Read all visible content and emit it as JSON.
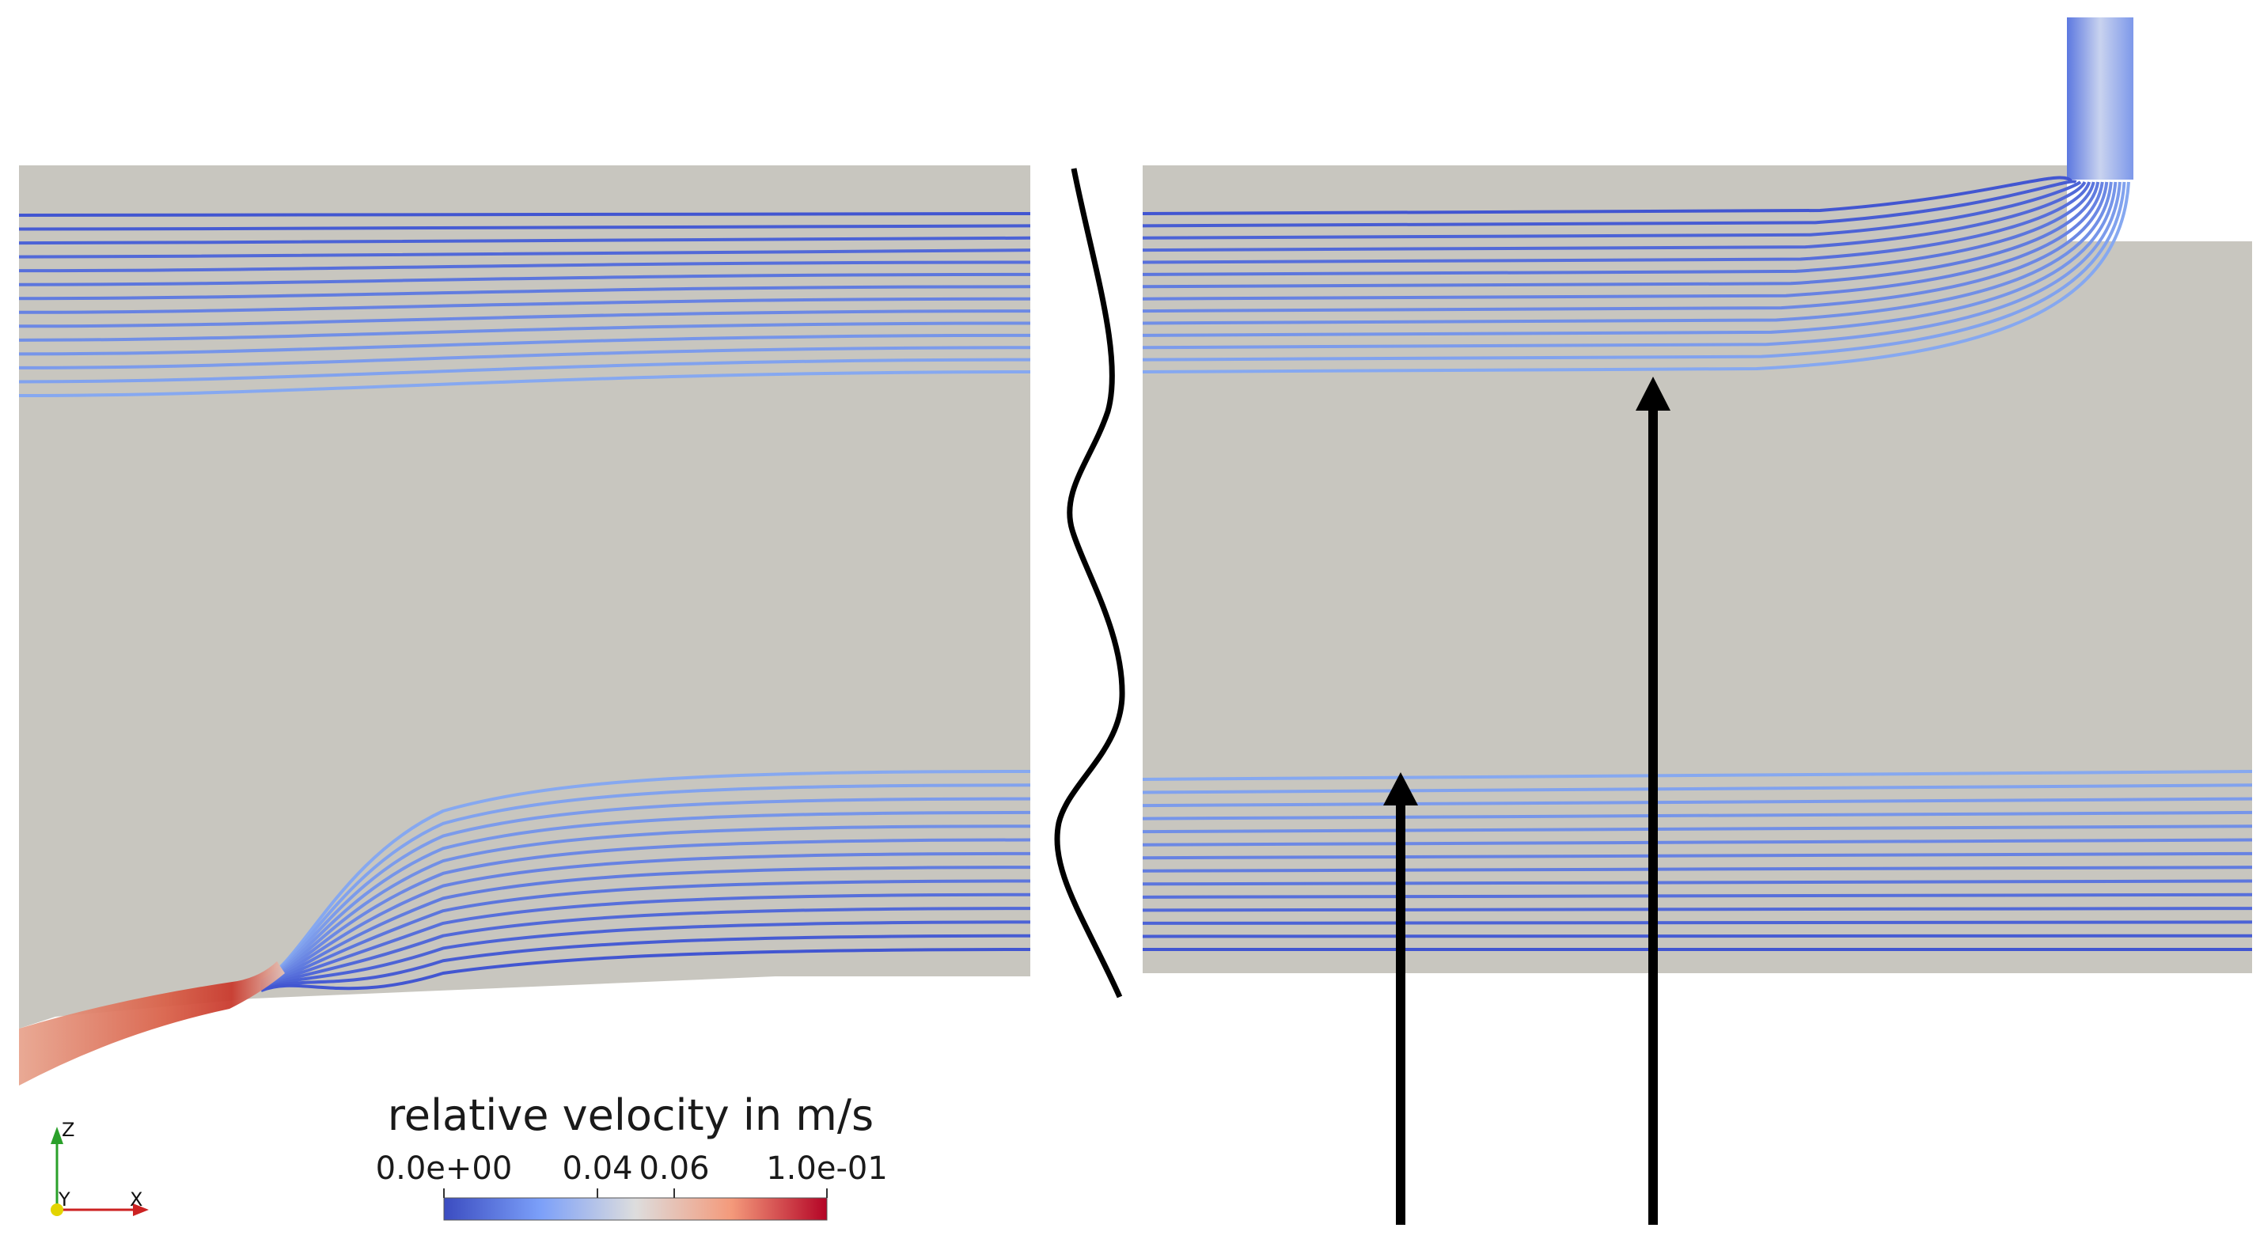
{
  "colorbar": {
    "title": "relative velocity in m/s",
    "ticks": [
      {
        "value": 0.0,
        "label": "0.0e+00"
      },
      {
        "value": 0.04,
        "label": "0.04"
      },
      {
        "value": 0.06,
        "label": "0.06"
      },
      {
        "value": 0.1,
        "label": "1.0e-01"
      }
    ],
    "range": [
      0.0,
      0.1
    ],
    "colors": {
      "low": "#3b4cc0",
      "mid": "#dddddd",
      "high": "#b40426"
    }
  },
  "orientation_axes": {
    "z": "Z",
    "y": "Y",
    "x": "X"
  },
  "colors": {
    "domain_fill": "#c8c6bf",
    "background": "#ffffff",
    "streamline_dark": "#4256d1",
    "streamline_light": "#86a8f0",
    "arrow": "#000000",
    "break_line": "#000000"
  }
}
